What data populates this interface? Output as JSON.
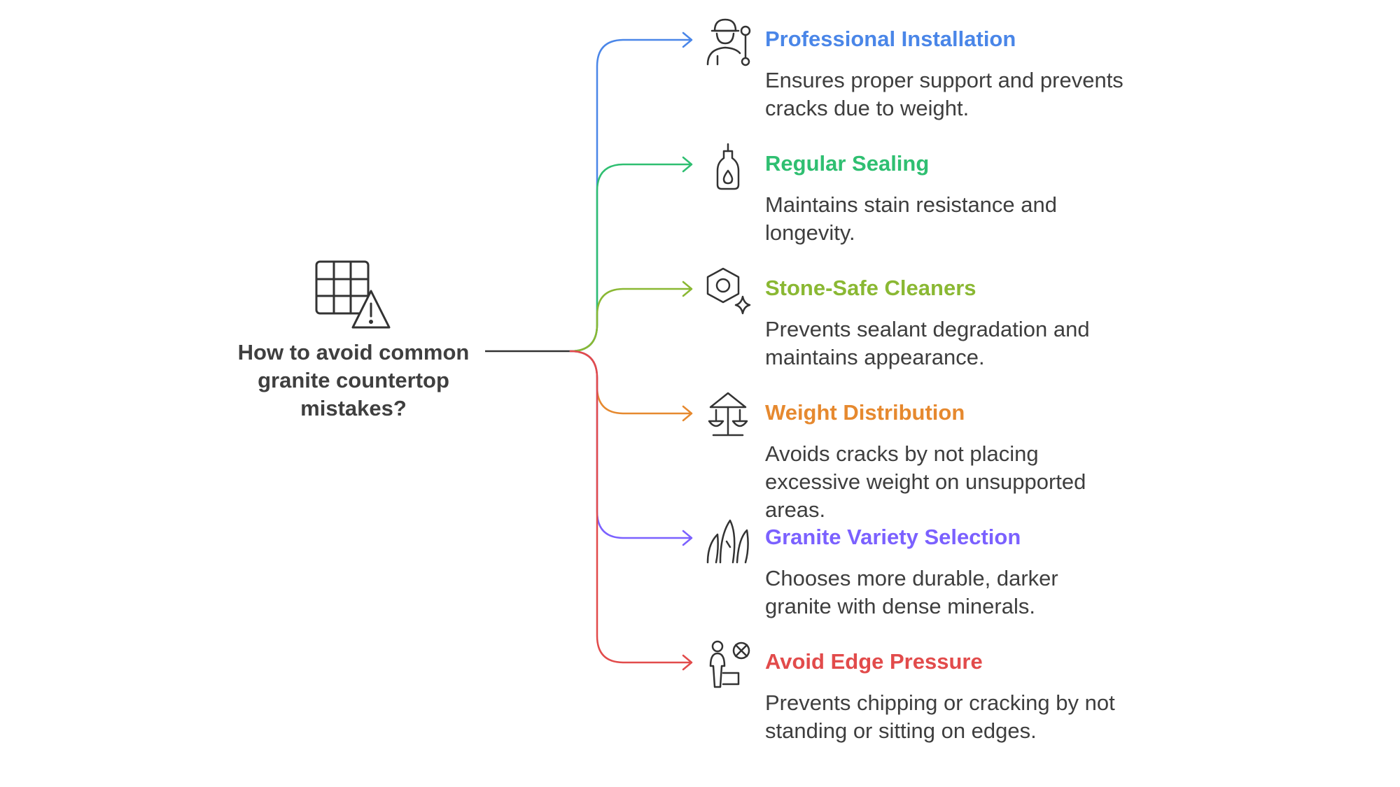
{
  "center": {
    "title": "How to avoid common granite countertop mistakes?",
    "icon": "grid-warning-icon"
  },
  "branches": [
    {
      "title": "Professional Installation",
      "description": "Ensures proper support and prevents cracks due to weight.",
      "color": "#4a86e8",
      "icon": "worker-wrench-icon"
    },
    {
      "title": "Regular Sealing",
      "description": "Maintains stain resistance and longevity.",
      "color": "#2fbf71",
      "icon": "sealant-bottle-icon"
    },
    {
      "title": "Stone-Safe Cleaners",
      "description": "Prevents sealant degradation and maintains appearance.",
      "color": "#8ab833",
      "icon": "hexagon-sparkle-icon"
    },
    {
      "title": "Weight Distribution",
      "description": "Avoids cracks by not placing excessive weight on unsupported areas.",
      "color": "#e6892f",
      "icon": "balance-scale-icon"
    },
    {
      "title": "Granite Variety Selection",
      "description": "Chooses more durable, darker granite with dense minerals.",
      "color": "#7b61ff",
      "icon": "crystals-icon"
    },
    {
      "title": "Avoid Edge Pressure",
      "description": "Prevents chipping or cracking by not standing or sitting on edges.",
      "color": "#e24b4b",
      "icon": "person-no-sign-icon"
    }
  ]
}
